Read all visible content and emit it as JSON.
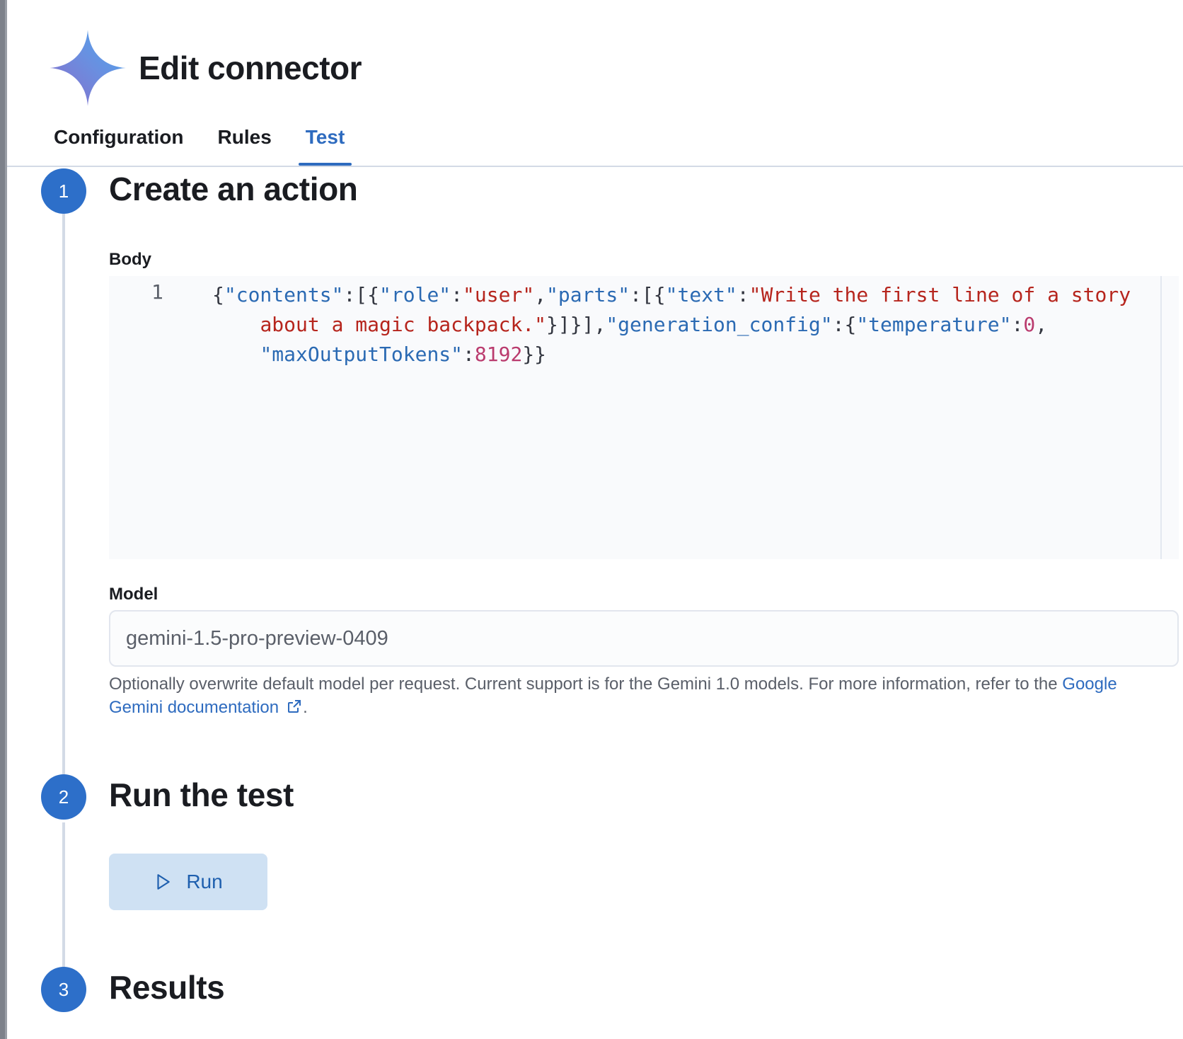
{
  "flyout": {
    "title": "Edit connector",
    "brand_colors": [
      "#8a6bc9",
      "#4a9be8"
    ]
  },
  "tabs": [
    {
      "label": "Configuration",
      "active": false
    },
    {
      "label": "Rules",
      "active": false
    },
    {
      "label": "Test",
      "active": true
    }
  ],
  "steps": [
    {
      "number": "1",
      "title": "Create an action"
    },
    {
      "number": "2",
      "title": "Run the test"
    },
    {
      "number": "3",
      "title": "Results"
    }
  ],
  "body_field": {
    "label": "Body",
    "line_number": "1"
  },
  "model_field": {
    "label": "Model",
    "value": "gemini-1.5-pro-preview-0409",
    "help_text": "Optionally overwrite default model per request. Current support is for the Gemini 1.0 models. For more information, refer to the",
    "link_text": "Google Gemini documentation",
    "link_suffix": "."
  },
  "run_button": {
    "label": "Run"
  },
  "colors": {
    "accent": "#2e6bbf",
    "step_badge": "#2d6fc9",
    "run_button_bg": "#cfe1f3"
  }
}
